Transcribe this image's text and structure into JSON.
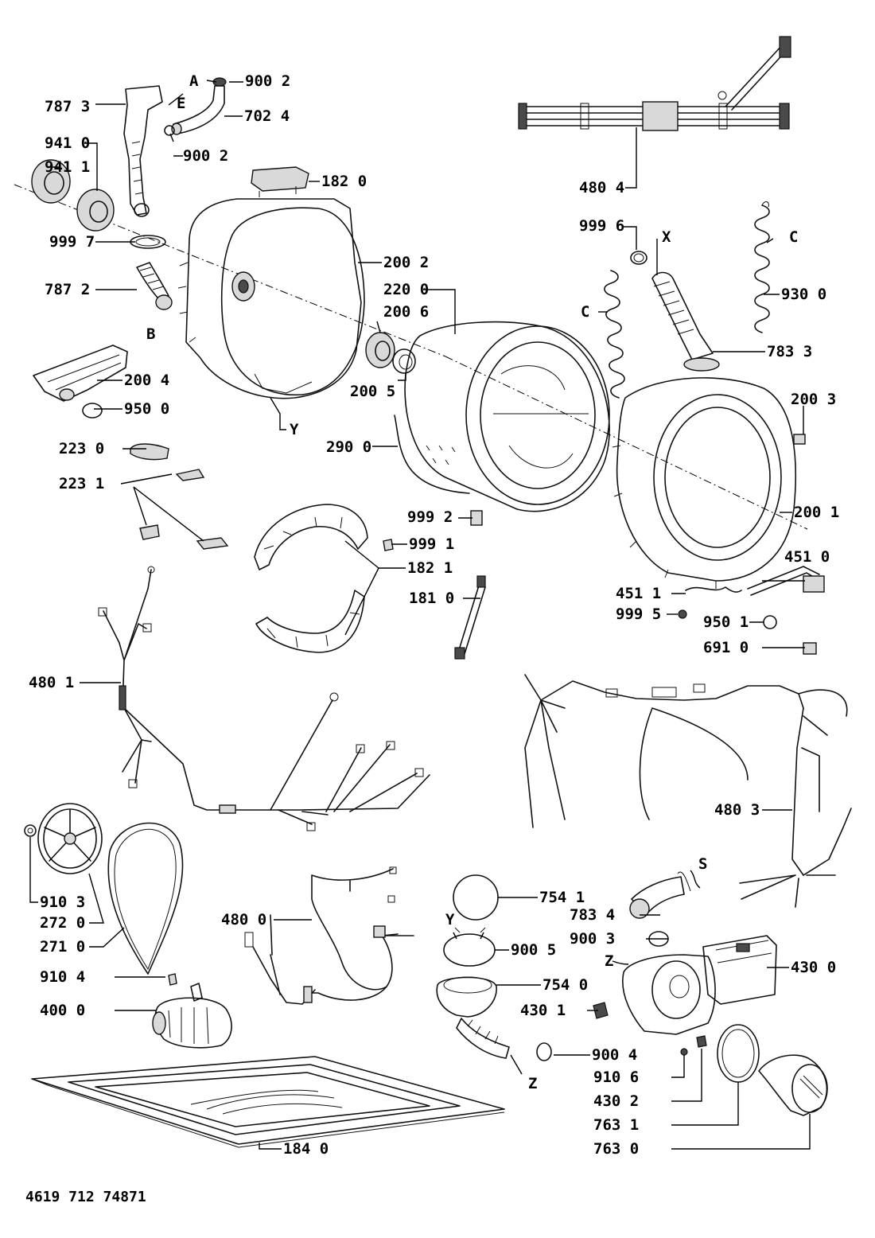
{
  "document_number": "4619 712 74871",
  "labels": {
    "a": "A",
    "b": "B",
    "c": "C",
    "e": "E",
    "s": "S",
    "x": "X",
    "y": "Y",
    "z": "Z",
    "p9002": "900 2",
    "p7873": "787 3",
    "p7024": "702 4",
    "p9410": "941 0",
    "p9411": "941 1",
    "p1820": "182 0",
    "p4804": "480 4",
    "p9996": "999 6",
    "p9997": "999 7",
    "p2002": "200 2",
    "p9300": "930 0",
    "p7872": "787 2",
    "p2200": "220 0",
    "p2006": "200 6",
    "p7833": "783 3",
    "p2004": "200 4",
    "p2005": "200 5",
    "p2003": "200 3",
    "p9500": "950 0",
    "p2900": "290 0",
    "p2230": "223 0",
    "p2231": "223 1",
    "p9992": "999 2",
    "p2001": "200 1",
    "p9991": "999 1",
    "p1821": "182 1",
    "p4510": "451 0",
    "p4511": "451 1",
    "p1810": "181 0",
    "p9995": "999 5",
    "p9501": "950 1",
    "p6910": "691 0",
    "p4801": "480 1",
    "p4803": "480 3",
    "p9103": "910 3",
    "p7541": "754 1",
    "p7834": "783 4",
    "p2720": "272 0",
    "p2710": "271 0",
    "p4800": "480 0",
    "p9003": "900 3",
    "p9005": "900 5",
    "p4300": "430 0",
    "p9104": "910 4",
    "p7540": "754 0",
    "p4301": "430 1",
    "p4000": "400 0",
    "p9004": "900 4",
    "p9106": "910 6",
    "p4302": "430 2",
    "p7631": "763 1",
    "p7630": "763 0",
    "p1840": "184 0"
  }
}
